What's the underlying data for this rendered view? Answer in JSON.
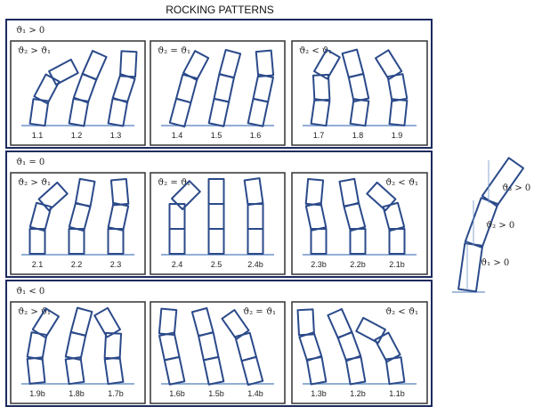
{
  "title": "ROCKING PATTERNS",
  "colors": {
    "block": "#2b4a8a",
    "ground": "#6f93c8",
    "group_border": "#1c2a5e",
    "panel_border": "#333333"
  },
  "groups": [
    {
      "condition": "ϑ₁ > 0",
      "panels": [
        {
          "condition": "ϑ₂ > ϑ₁",
          "stacks": [
            {
              "label": "1.1",
              "tilts_deg": [
                8,
                28,
                62
              ]
            },
            {
              "label": "1.2",
              "tilts_deg": [
                10,
                20,
                24
              ]
            },
            {
              "label": "1.3",
              "tilts_deg": [
                10,
                18,
                3
              ]
            }
          ]
        },
        {
          "condition": "ϑ₂ = ϑ₁",
          "stacks": [
            {
              "label": "1.4",
              "tilts_deg": [
                15,
                15,
                28
              ]
            },
            {
              "label": "1.5",
              "tilts_deg": [
                12,
                12,
                15
              ]
            },
            {
              "label": "1.6",
              "tilts_deg": [
                12,
                12,
                -5
              ]
            }
          ]
        },
        {
          "condition": "ϑ₂ < ϑ₁",
          "stacks": [
            {
              "label": "1.7",
              "tilts_deg": [
                8,
                -3,
                30
              ]
            },
            {
              "label": "1.8",
              "tilts_deg": [
                8,
                -12,
                -15
              ]
            },
            {
              "label": "1.9",
              "tilts_deg": [
                6,
                -10,
                -32
              ]
            }
          ]
        }
      ]
    },
    {
      "condition": "ϑ₁ = 0",
      "panels": [
        {
          "condition": "ϑ₂ > ϑ₁",
          "stacks": [
            {
              "label": "2.1",
              "tilts_deg": [
                0,
                15,
                48
              ]
            },
            {
              "label": "2.2",
              "tilts_deg": [
                0,
                15,
                10
              ]
            },
            {
              "label": "2.3",
              "tilts_deg": [
                0,
                12,
                -5
              ]
            }
          ]
        },
        {
          "condition": "ϑ₂ = ϑ₁",
          "stacks": [
            {
              "label": "2.4",
              "tilts_deg": [
                0,
                0,
                45
              ]
            },
            {
              "label": "2.5",
              "tilts_deg": [
                0,
                0,
                0
              ]
            },
            {
              "label": "2.4b",
              "tilts_deg": [
                0,
                0,
                -8
              ]
            }
          ]
        },
        {
          "condition": "ϑ₂ < ϑ₁",
          "stacks": [
            {
              "label": "2.3b",
              "tilts_deg": [
                0,
                -12,
                5
              ]
            },
            {
              "label": "2.2b",
              "tilts_deg": [
                0,
                -15,
                -10
              ]
            },
            {
              "label": "2.1b",
              "tilts_deg": [
                0,
                -15,
                -48
              ]
            }
          ]
        }
      ]
    },
    {
      "condition": "ϑ₁ < 0",
      "panels": [
        {
          "condition": "ϑ₂ > ϑ₁",
          "stacks": [
            {
              "label": "1.9b",
              "tilts_deg": [
                -6,
                10,
                32
              ]
            },
            {
              "label": "1.8b",
              "tilts_deg": [
                -8,
                12,
                15
              ]
            },
            {
              "label": "1.7b",
              "tilts_deg": [
                -8,
                3,
                -30
              ]
            }
          ]
        },
        {
          "condition": "ϑ₂ = ϑ₁",
          "stacks": [
            {
              "label": "1.6b",
              "tilts_deg": [
                -12,
                -12,
                5
              ]
            },
            {
              "label": "1.5b",
              "tilts_deg": [
                -12,
                -12,
                -15
              ]
            },
            {
              "label": "1.4b",
              "tilts_deg": [
                -15,
                -15,
                -35
              ]
            }
          ]
        },
        {
          "condition": "ϑ₂ < ϑ₁",
          "stacks": [
            {
              "label": "1.3b",
              "tilts_deg": [
                -10,
                -18,
                -3
              ]
            },
            {
              "label": "1.2b",
              "tilts_deg": [
                -10,
                -20,
                -24
              ]
            },
            {
              "label": "1.1b",
              "tilts_deg": [
                -8,
                -28,
                -62
              ]
            }
          ]
        }
      ]
    }
  ],
  "legend_stack": {
    "tilts_deg": [
      8,
      20,
      35
    ],
    "labels": [
      "ϑ₁ > 0",
      "ϑ₂ > 0",
      "ϑ₃ > 0"
    ]
  }
}
